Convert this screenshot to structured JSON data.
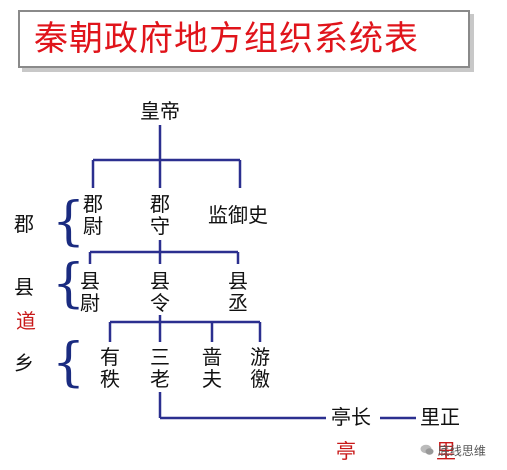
{
  "title": "秦朝政府地方组织系统表",
  "nodes": {
    "emperor": "皇帝",
    "jun_wei": "郡尉",
    "jun_shou": "郡守",
    "jian_yushi": "监御史",
    "xian_wei": "县尉",
    "xian_ling": "县令",
    "xian_cheng": "县丞",
    "you_zhi": "有秩",
    "san_lao": "三老",
    "se_fu": "啬夫",
    "you_jiao": "游徼",
    "ting_zhang": "亭长",
    "li_zheng": "里正"
  },
  "levels": {
    "jun": "郡",
    "xian": "县",
    "dao": "道",
    "xiang": "乡",
    "ting": "亭",
    "li": "里"
  },
  "watermark": "底线思维",
  "colors": {
    "title": "#e0141b",
    "lines": "#2b2f8f",
    "level_red": "#c81818"
  }
}
